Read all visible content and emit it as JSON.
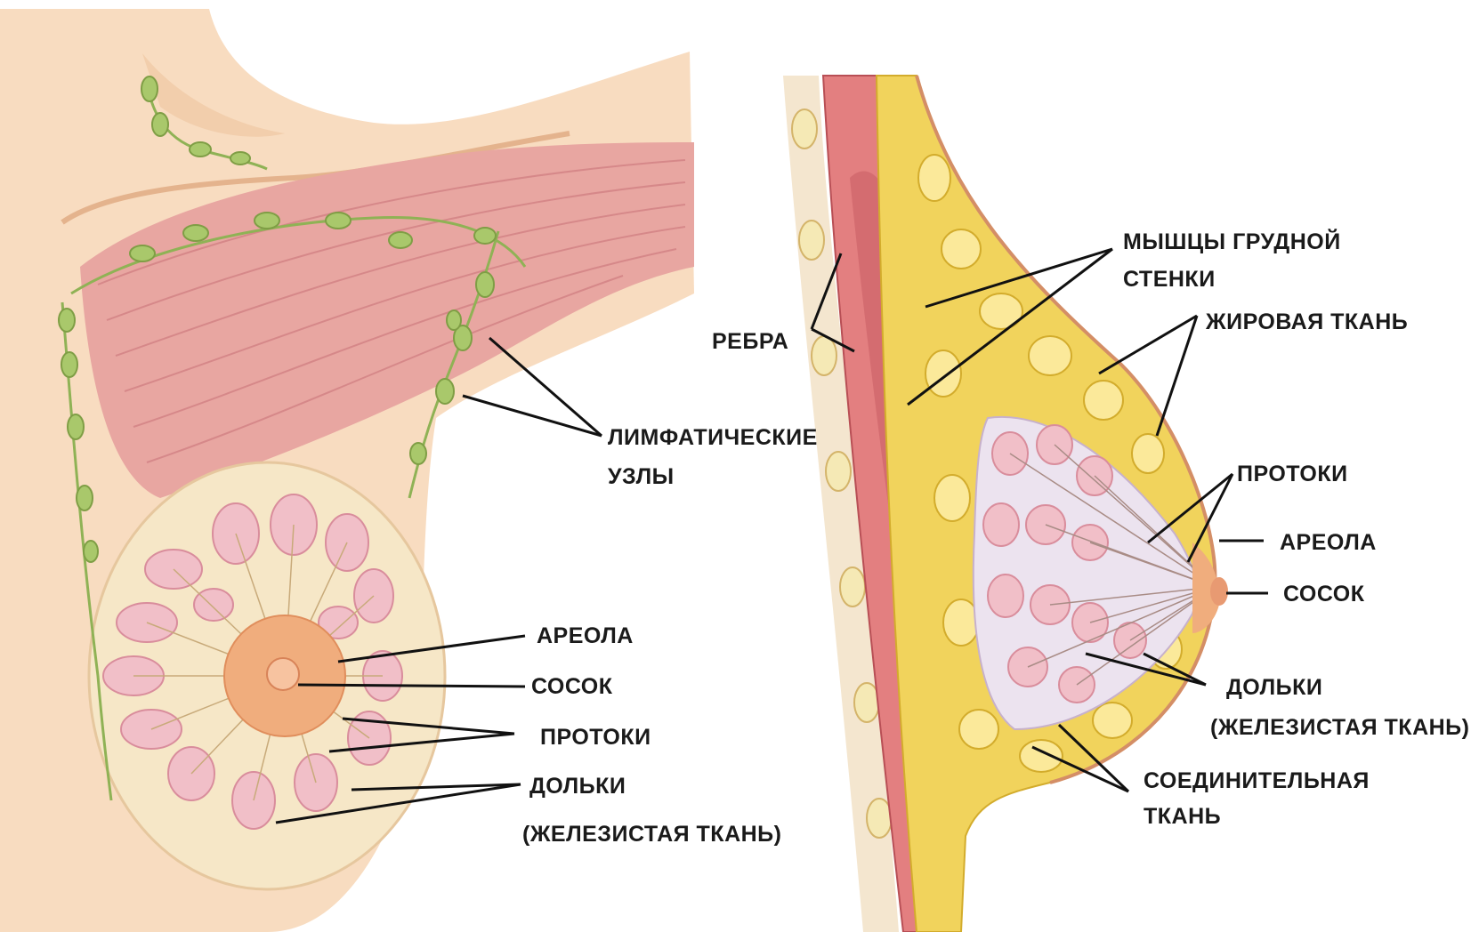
{
  "palette": {
    "skin": "#f8dcc0",
    "skin_shadow": "#eec49f",
    "breast_fill": "#f6e7c7",
    "muscle": "#e8a6a1",
    "muscle_dark": "#c95d62",
    "lymph": "#a9c86b",
    "lobule": "#f1bfc8",
    "fat": "#f1d35c",
    "fat_light": "#fbe99a",
    "areola": "#f0ad7d",
    "connective": "#ece3ef",
    "leader": "#111111"
  },
  "front_view": {
    "labels": {
      "lymph_nodes_line1": "ЛИМФАТИЧЕСКИЕ",
      "lymph_nodes_line2": "УЗЛЫ",
      "areola": "АРЕОЛА",
      "nipple": "СОСОК",
      "ducts": "ПРОТОКИ",
      "lobules_line1": "ДОЛЬКИ",
      "lobules_line2": "(ЖЕЛЕЗИСТАЯ ТКАНЬ)"
    }
  },
  "side_view": {
    "labels": {
      "muscles_line1": "МЫШЦЫ ГРУДНОЙ",
      "muscles_line2": "СТЕНКИ",
      "ribs": "РЕБРА",
      "fat": "ЖИРОВАЯ ТКАНЬ",
      "ducts": "ПРОТОКИ",
      "areola": "АРЕОЛА",
      "nipple": "СОСОК",
      "lobules_line1": "ДОЛЬКИ",
      "lobules_line2": "(ЖЕЛЕЗИСТАЯ ТКАНЬ)",
      "connective_line1": "СОЕДИНИТЕЛЬНАЯ",
      "connective_line2": "ТКАНЬ"
    }
  }
}
